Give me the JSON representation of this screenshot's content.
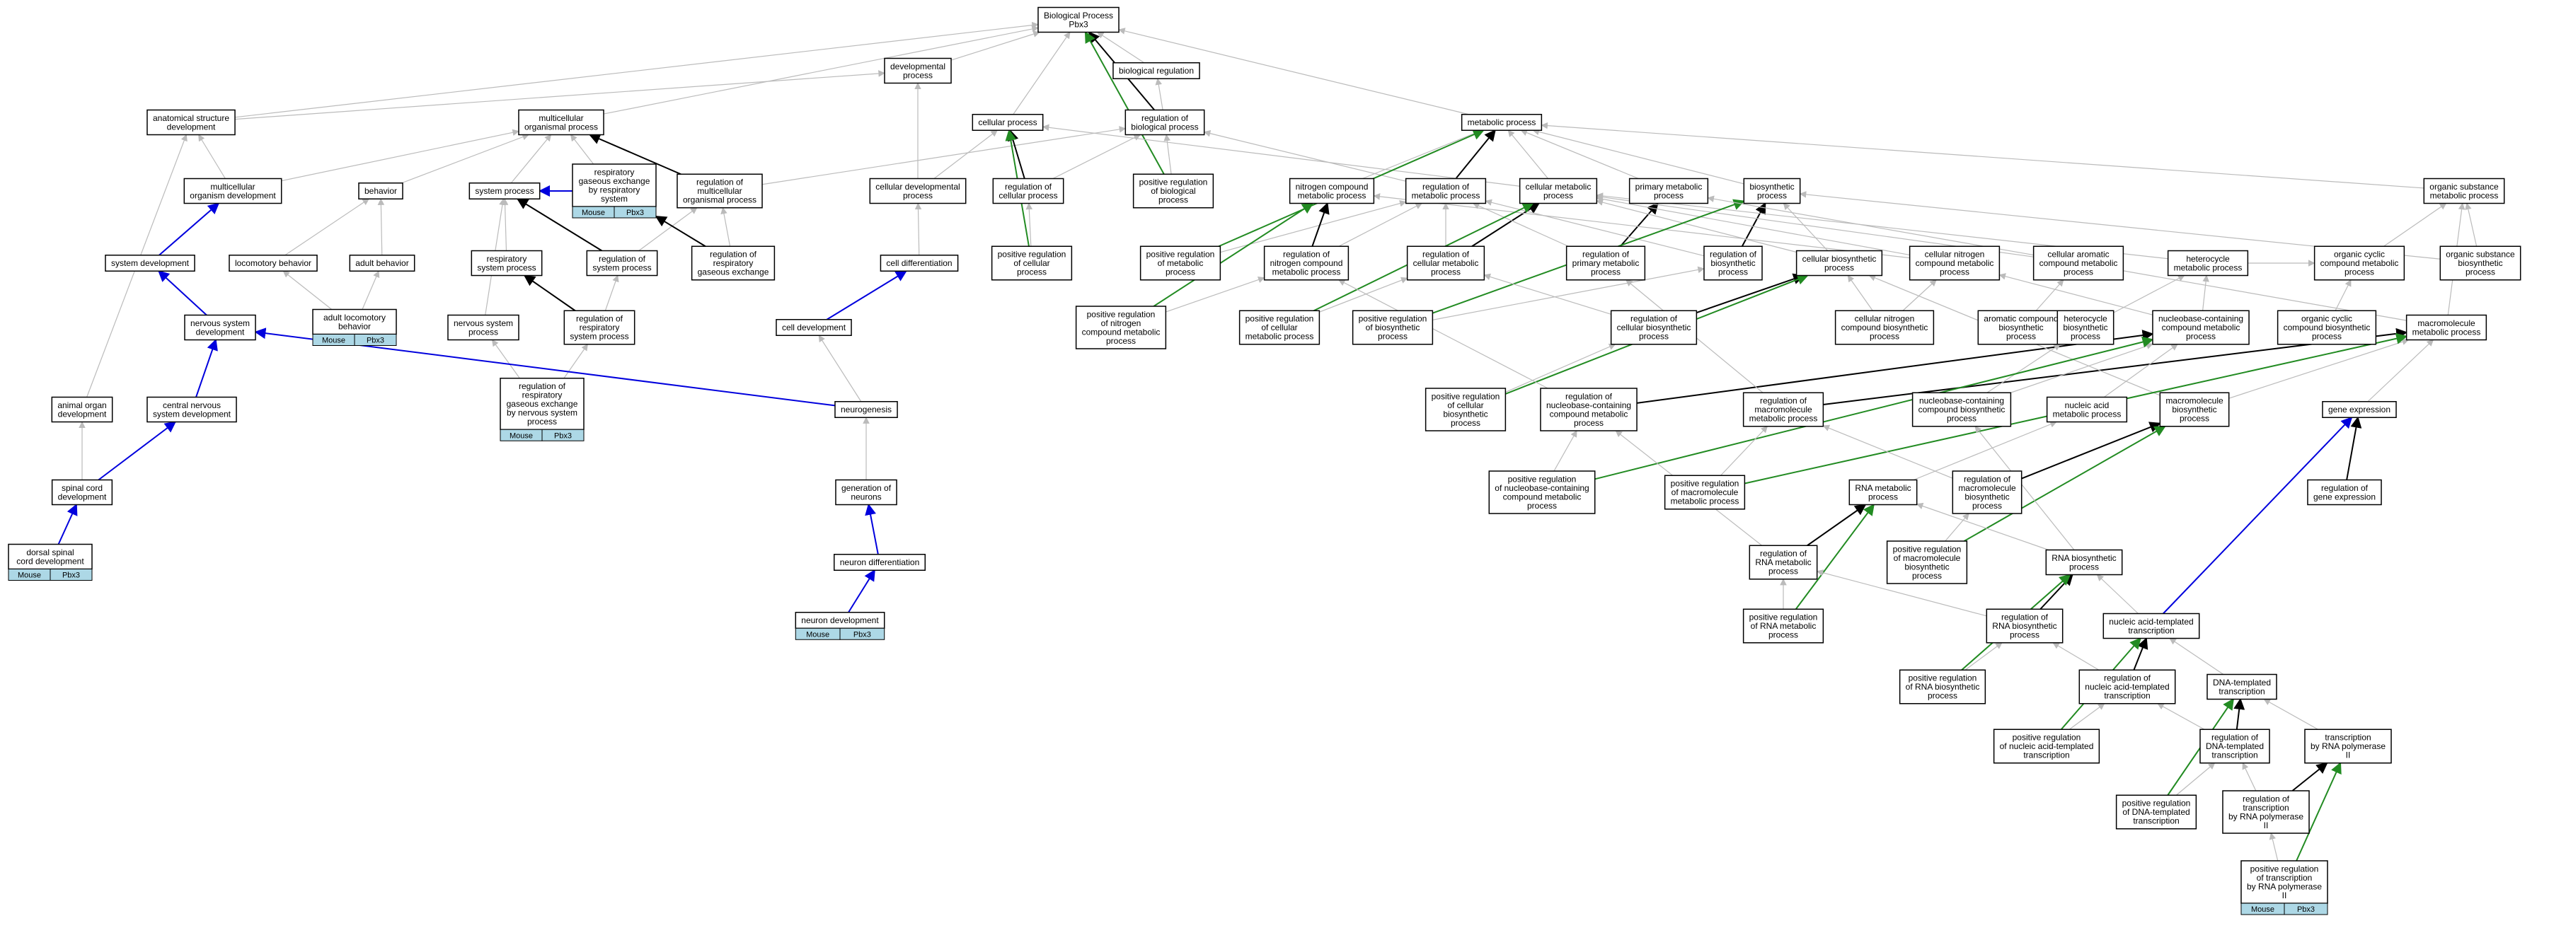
{
  "colors": {
    "gray": "#bbbbbb",
    "black": "#000000",
    "green": "#228b22",
    "blue": "#0000dd",
    "tag_fill": "#add8e6"
  },
  "tag": {
    "left": "Mouse",
    "right": "Pbx3"
  },
  "nodes": [
    {
      "id": "bp",
      "lines": [
        "Biological Process",
        "Pbx3"
      ]
    },
    {
      "id": "devp",
      "lines": [
        "developmental",
        "process"
      ]
    },
    {
      "id": "breg",
      "lines": [
        "biological regulation"
      ]
    },
    {
      "id": "asd",
      "lines": [
        "anatomical structure",
        "development"
      ]
    },
    {
      "id": "mop",
      "lines": [
        "multicellular",
        "organismal process"
      ]
    },
    {
      "id": "cellp",
      "lines": [
        "cellular process"
      ]
    },
    {
      "id": "regbp",
      "lines": [
        "regulation of",
        "biological process"
      ]
    },
    {
      "id": "metp",
      "lines": [
        "metabolic process"
      ]
    },
    {
      "id": "mod",
      "lines": [
        "multicellular",
        "organism development"
      ]
    },
    {
      "id": "behav",
      "lines": [
        "behavior"
      ]
    },
    {
      "id": "sysp",
      "lines": [
        "system process"
      ]
    },
    {
      "id": "rgesrs",
      "lines": [
        "respiratory",
        "gaseous exchange",
        "by respiratory",
        "system"
      ],
      "tag": true
    },
    {
      "id": "regmop",
      "lines": [
        "regulation of",
        "multicellular",
        "organismal process"
      ]
    },
    {
      "id": "cdp",
      "lines": [
        "cellular developmental",
        "process"
      ]
    },
    {
      "id": "regcp",
      "lines": [
        "regulation of",
        "cellular process"
      ]
    },
    {
      "id": "posregbp",
      "lines": [
        "positive regulation",
        "of biological",
        "process"
      ]
    },
    {
      "id": "ncmp",
      "lines": [
        "nitrogen compound",
        "metabolic process"
      ]
    },
    {
      "id": "regmp",
      "lines": [
        "regulation of",
        "metabolic process"
      ]
    },
    {
      "id": "cmp",
      "lines": [
        "cellular metabolic",
        "process"
      ]
    },
    {
      "id": "pmp",
      "lines": [
        "primary metabolic",
        "process"
      ]
    },
    {
      "id": "biosp",
      "lines": [
        "biosynthetic",
        "process"
      ]
    },
    {
      "id": "osmp",
      "lines": [
        "organic substance",
        "metabolic process"
      ]
    },
    {
      "id": "sysdev",
      "lines": [
        "system development"
      ]
    },
    {
      "id": "locob",
      "lines": [
        "locomotory behavior"
      ]
    },
    {
      "id": "adultb",
      "lines": [
        "adult behavior"
      ]
    },
    {
      "id": "resp",
      "lines": [
        "respiratory",
        "system process"
      ]
    },
    {
      "id": "regsysp",
      "lines": [
        "regulation of",
        "system process"
      ]
    },
    {
      "id": "regrge",
      "lines": [
        "regulation of",
        "respiratory",
        "gaseous exchange"
      ]
    },
    {
      "id": "celldiff",
      "lines": [
        "cell differentiation"
      ]
    },
    {
      "id": "posregcp",
      "lines": [
        "positive regulation",
        "of cellular",
        "process"
      ]
    },
    {
      "id": "posregmp",
      "lines": [
        "positive regulation",
        "of metabolic",
        "process"
      ]
    },
    {
      "id": "regncmp",
      "lines": [
        "regulation of",
        "nitrogen compound",
        "metabolic process"
      ]
    },
    {
      "id": "regcmp",
      "lines": [
        "regulation of",
        "cellular metabolic",
        "process"
      ]
    },
    {
      "id": "regpmp",
      "lines": [
        "regulation of",
        "primary metabolic",
        "process"
      ]
    },
    {
      "id": "regbiosp",
      "lines": [
        "regulation of",
        "biosynthetic",
        "process"
      ]
    },
    {
      "id": "cbiosp",
      "lines": [
        "cellular biosynthetic",
        "process"
      ]
    },
    {
      "id": "cncmp",
      "lines": [
        "cellular nitrogen",
        "compound metabolic",
        "process"
      ]
    },
    {
      "id": "cacmp",
      "lines": [
        "cellular aromatic",
        "compound metabolic",
        "process"
      ]
    },
    {
      "id": "hetmp",
      "lines": [
        "heterocycle",
        "metabolic process"
      ]
    },
    {
      "id": "ocmp",
      "lines": [
        "organic cyclic",
        "compound metabolic",
        "process"
      ]
    },
    {
      "id": "osbp",
      "lines": [
        "organic substance",
        "biosynthetic",
        "process"
      ]
    },
    {
      "id": "nss",
      "lines": [
        "nervous system",
        "development"
      ]
    },
    {
      "id": "alb",
      "lines": [
        "adult locomotory",
        "behavior"
      ],
      "tag": true
    },
    {
      "id": "nsp",
      "lines": [
        "nervous system",
        "process"
      ]
    },
    {
      "id": "regrsp",
      "lines": [
        "regulation of",
        "respiratory",
        "system process"
      ]
    },
    {
      "id": "celldev",
      "lines": [
        "cell development"
      ]
    },
    {
      "id": "posregncmp",
      "lines": [
        "positive regulation",
        "of nitrogen",
        "compound metabolic",
        "process"
      ]
    },
    {
      "id": "posregcmp",
      "lines": [
        "positive regulation",
        "of cellular",
        "metabolic process"
      ]
    },
    {
      "id": "posregbiosp",
      "lines": [
        "positive regulation",
        "of biosynthetic",
        "process"
      ]
    },
    {
      "id": "regcbp",
      "lines": [
        "regulation of",
        "cellular biosynthetic",
        "process"
      ]
    },
    {
      "id": "cncbp",
      "lines": [
        "cellular nitrogen",
        "compound biosynthetic",
        "process"
      ]
    },
    {
      "id": "acbp",
      "lines": [
        "aromatic compound",
        "biosynthetic",
        "process"
      ]
    },
    {
      "id": "hetbp",
      "lines": [
        "heterocycle",
        "biosynthetic",
        "process"
      ]
    },
    {
      "id": "nbcmp",
      "lines": [
        "nucleobase-containing",
        "compound metabolic",
        "process"
      ]
    },
    {
      "id": "ocbp",
      "lines": [
        "organic cyclic",
        "compound biosynthetic",
        "process"
      ]
    },
    {
      "id": "macmp",
      "lines": [
        "macromolecule",
        "metabolic process"
      ]
    },
    {
      "id": "aod",
      "lines": [
        "animal organ",
        "development"
      ]
    },
    {
      "id": "cnsd",
      "lines": [
        "central nervous",
        "system development"
      ]
    },
    {
      "id": "rgebns",
      "lines": [
        "regulation of",
        "respiratory",
        "gaseous exchange",
        "by nervous system",
        "process"
      ],
      "tag": true
    },
    {
      "id": "neurog",
      "lines": [
        "neurogenesis"
      ]
    },
    {
      "id": "posregcbp",
      "lines": [
        "positive regulation",
        "of cellular",
        "biosynthetic",
        "process"
      ]
    },
    {
      "id": "regnbcmp",
      "lines": [
        "regulation of",
        "nucleobase-containing",
        "compound metabolic",
        "process"
      ]
    },
    {
      "id": "regmacmp",
      "lines": [
        "regulation of",
        "macromolecule",
        "metabolic process"
      ]
    },
    {
      "id": "nbcbp",
      "lines": [
        "nucleobase-containing",
        "compound biosynthetic",
        "process"
      ]
    },
    {
      "id": "nametp",
      "lines": [
        "nucleic acid",
        "metabolic process"
      ]
    },
    {
      "id": "macbp",
      "lines": [
        "macromolecule",
        "biosynthetic",
        "process"
      ]
    },
    {
      "id": "geneexp",
      "lines": [
        "gene expression"
      ]
    },
    {
      "id": "scd",
      "lines": [
        "spinal cord",
        "development"
      ]
    },
    {
      "id": "genneur",
      "lines": [
        "generation of",
        "neurons"
      ]
    },
    {
      "id": "posregnbcmp",
      "lines": [
        "positive regulation",
        "of nucleobase-containing",
        "compound metabolic",
        "process"
      ]
    },
    {
      "id": "posregmacmp",
      "lines": [
        "positive regulation",
        "of macromolecule",
        "metabolic process"
      ]
    },
    {
      "id": "rnamp",
      "lines": [
        "RNA metabolic",
        "process"
      ]
    },
    {
      "id": "regmacbp",
      "lines": [
        "regulation of",
        "macromolecule",
        "biosynthetic",
        "process"
      ]
    },
    {
      "id": "reggeneexp",
      "lines": [
        "regulation of",
        "gene expression"
      ]
    },
    {
      "id": "dscd",
      "lines": [
        "dorsal spinal",
        "cord development"
      ],
      "tag": true
    },
    {
      "id": "neurdiff",
      "lines": [
        "neuron differentiation"
      ]
    },
    {
      "id": "regrnamp",
      "lines": [
        "regulation of",
        "RNA metabolic",
        "process"
      ]
    },
    {
      "id": "posregmacbp",
      "lines": [
        "positive regulation",
        "of macromolecule",
        "biosynthetic",
        "process"
      ]
    },
    {
      "id": "rnabp",
      "lines": [
        "RNA biosynthetic",
        "process"
      ]
    },
    {
      "id": "neurdev",
      "lines": [
        "neuron development"
      ],
      "tag": true
    },
    {
      "id": "posregrnamp",
      "lines": [
        "positive regulation",
        "of RNA metabolic",
        "process"
      ]
    },
    {
      "id": "regrnabp",
      "lines": [
        "regulation of",
        "RNA biosynthetic",
        "process"
      ]
    },
    {
      "id": "natt",
      "lines": [
        "nucleic acid-templated",
        "transcription"
      ]
    },
    {
      "id": "posregrnabp",
      "lines": [
        "positive regulation",
        "of RNA biosynthetic",
        "process"
      ]
    },
    {
      "id": "regnatt",
      "lines": [
        "regulation of",
        "nucleic acid-templated",
        "transcription"
      ]
    },
    {
      "id": "dtt",
      "lines": [
        "DNA-templated",
        "transcription"
      ]
    },
    {
      "id": "posregnatt",
      "lines": [
        "positive regulation",
        "of nucleic acid-templated",
        "transcription"
      ]
    },
    {
      "id": "regdtt",
      "lines": [
        "regulation of",
        "DNA-templated",
        "transcription"
      ]
    },
    {
      "id": "trnap2",
      "lines": [
        "transcription",
        "by RNA polymerase",
        "II"
      ]
    },
    {
      "id": "posregdtt",
      "lines": [
        "positive regulation",
        "of DNA-templated",
        "transcription"
      ]
    },
    {
      "id": "regtrnap2",
      "lines": [
        "regulation of",
        "transcription",
        "by RNA polymerase",
        "II"
      ]
    },
    {
      "id": "posregtrnap2",
      "lines": [
        "positive regulation",
        "of transcription",
        "by RNA polymerase",
        "II"
      ],
      "tag": true
    }
  ],
  "edges": [
    [
      "devp",
      "bp",
      "gray"
    ],
    [
      "breg",
      "bp",
      "gray"
    ],
    [
      "asd",
      "bp",
      "gray"
    ],
    [
      "mop",
      "bp",
      "gray"
    ],
    [
      "cellp",
      "bp",
      "gray"
    ],
    [
      "metp",
      "bp",
      "gray"
    ],
    [
      "regbp",
      "bp",
      "black"
    ],
    [
      "posregbp",
      "bp",
      "green"
    ],
    [
      "regbp",
      "breg",
      "gray"
    ],
    [
      "asd",
      "devp",
      "gray"
    ],
    [
      "mod",
      "mop",
      "gray"
    ],
    [
      "mod",
      "asd",
      "gray"
    ],
    [
      "behav",
      "mop",
      "gray"
    ],
    [
      "sysp",
      "mop",
      "gray"
    ],
    [
      "rgesrs",
      "mop",
      "gray"
    ],
    [
      "regmop",
      "mop",
      "black"
    ],
    [
      "regmop",
      "regbp",
      "gray"
    ],
    [
      "cdp",
      "devp",
      "gray"
    ],
    [
      "cdp",
      "cellp",
      "gray"
    ],
    [
      "regcp",
      "cellp",
      "black"
    ],
    [
      "regcp",
      "regbp",
      "gray"
    ],
    [
      "posregbp",
      "regbp",
      "gray"
    ],
    [
      "ncmp",
      "metp",
      "gray"
    ],
    [
      "regmp",
      "metp",
      "black"
    ],
    [
      "regmp",
      "regbp",
      "gray"
    ],
    [
      "cmp",
      "metp",
      "gray"
    ],
    [
      "cmp",
      "cellp",
      "gray"
    ],
    [
      "pmp",
      "metp",
      "gray"
    ],
    [
      "biosp",
      "metp",
      "gray"
    ],
    [
      "osmp",
      "metp",
      "gray"
    ],
    [
      "sysdev",
      "mod",
      "blue"
    ],
    [
      "locob",
      "behav",
      "gray"
    ],
    [
      "adultb",
      "behav",
      "gray"
    ],
    [
      "rgesrs",
      "sysp",
      "blue"
    ],
    [
      "resp",
      "sysp",
      "gray"
    ],
    [
      "regsysp",
      "sysp",
      "black"
    ],
    [
      "regsysp",
      "regmop",
      "gray"
    ],
    [
      "regrge",
      "regmop",
      "gray"
    ],
    [
      "regrge",
      "rgesrs",
      "black"
    ],
    [
      "celldiff",
      "cdp",
      "gray"
    ],
    [
      "posregcp",
      "regcp",
      "gray"
    ],
    [
      "posregcp",
      "cellp",
      "green"
    ],
    [
      "posregmp",
      "regmp",
      "gray"
    ],
    [
      "posregmp",
      "metp",
      "green"
    ],
    [
      "regncmp",
      "ncmp",
      "black"
    ],
    [
      "regncmp",
      "regmp",
      "gray"
    ],
    [
      "regcmp",
      "cmp",
      "black"
    ],
    [
      "regcmp",
      "regmp",
      "gray"
    ],
    [
      "regpmp",
      "pmp",
      "black"
    ],
    [
      "regpmp",
      "regmp",
      "gray"
    ],
    [
      "regbiosp",
      "biosp",
      "black"
    ],
    [
      "regbiosp",
      "regmp",
      "gray"
    ],
    [
      "cbiosp",
      "biosp",
      "gray"
    ],
    [
      "cbiosp",
      "cmp",
      "gray"
    ],
    [
      "cncmp",
      "cmp",
      "gray"
    ],
    [
      "cncmp",
      "ncmp",
      "gray"
    ],
    [
      "cacmp",
      "cmp",
      "gray"
    ],
    [
      "hetmp",
      "cmp",
      "gray"
    ],
    [
      "hetmp",
      "ocmp",
      "gray"
    ],
    [
      "ocmp",
      "osmp",
      "gray"
    ],
    [
      "osbp",
      "osmp",
      "gray"
    ],
    [
      "osbp",
      "biosp",
      "gray"
    ],
    [
      "nss",
      "sysdev",
      "blue"
    ],
    [
      "alb",
      "locob",
      "gray"
    ],
    [
      "alb",
      "adultb",
      "gray"
    ],
    [
      "nsp",
      "sysp",
      "gray"
    ],
    [
      "regrsp",
      "resp",
      "black"
    ],
    [
      "regrsp",
      "regsysp",
      "gray"
    ],
    [
      "celldev",
      "celldiff",
      "blue"
    ],
    [
      "posregncmp",
      "regncmp",
      "gray"
    ],
    [
      "posregncmp",
      "ncmp",
      "green"
    ],
    [
      "posregcmp",
      "regcmp",
      "gray"
    ],
    [
      "posregcmp",
      "cmp",
      "green"
    ],
    [
      "posregbiosp",
      "regbiosp",
      "gray"
    ],
    [
      "posregbiosp",
      "biosp",
      "green"
    ],
    [
      "regcbp",
      "cbiosp",
      "black"
    ],
    [
      "regcbp",
      "regcmp",
      "gray"
    ],
    [
      "cncbp",
      "cncmp",
      "gray"
    ],
    [
      "cncbp",
      "cbiosp",
      "gray"
    ],
    [
      "acbp",
      "cacmp",
      "gray"
    ],
    [
      "hetbp",
      "hetmp",
      "gray"
    ],
    [
      "nbcmp",
      "cncmp",
      "gray"
    ],
    [
      "nbcmp",
      "hetmp",
      "gray"
    ],
    [
      "ocbp",
      "ocmp",
      "gray"
    ],
    [
      "macmp",
      "osmp",
      "gray"
    ],
    [
      "macmp",
      "pmp",
      "gray"
    ],
    [
      "aod",
      "asd",
      "gray"
    ],
    [
      "cnsd",
      "nss",
      "blue"
    ],
    [
      "rgebns",
      "nsp",
      "gray"
    ],
    [
      "rgebns",
      "regrsp",
      "gray"
    ],
    [
      "neurog",
      "nss",
      "blue"
    ],
    [
      "neurog",
      "celldev",
      "gray"
    ],
    [
      "posregcbp",
      "regcbp",
      "gray"
    ],
    [
      "posregcbp",
      "cbiosp",
      "green"
    ],
    [
      "regnbcmp",
      "nbcmp",
      "black"
    ],
    [
      "regnbcmp",
      "regncmp",
      "gray"
    ],
    [
      "regmacmp",
      "macmp",
      "black"
    ],
    [
      "regmacmp",
      "regpmp",
      "gray"
    ],
    [
      "nbcbp",
      "nbcmp",
      "gray"
    ],
    [
      "nbcbp",
      "hetbp",
      "gray"
    ],
    [
      "nametp",
      "nbcmp",
      "gray"
    ],
    [
      "macbp",
      "macmp",
      "gray"
    ],
    [
      "macbp",
      "cbiosp",
      "gray"
    ],
    [
      "geneexp",
      "macmp",
      "gray"
    ],
    [
      "scd",
      "cnsd",
      "blue"
    ],
    [
      "scd",
      "aod",
      "gray"
    ],
    [
      "genneur",
      "neurog",
      "gray"
    ],
    [
      "posregnbcmp",
      "regnbcmp",
      "gray"
    ],
    [
      "posregnbcmp",
      "nbcmp",
      "green"
    ],
    [
      "posregmacmp",
      "regmacmp",
      "gray"
    ],
    [
      "posregmacmp",
      "macmp",
      "green"
    ],
    [
      "rnamp",
      "nametp",
      "gray"
    ],
    [
      "regmacbp",
      "macbp",
      "black"
    ],
    [
      "regmacbp",
      "regmacmp",
      "gray"
    ],
    [
      "reggeneexp",
      "geneexp",
      "black"
    ],
    [
      "dscd",
      "scd",
      "blue"
    ],
    [
      "neurdiff",
      "genneur",
      "blue"
    ],
    [
      "regrnamp",
      "rnamp",
      "black"
    ],
    [
      "regrnamp",
      "regnbcmp",
      "gray"
    ],
    [
      "posregmacbp",
      "regmacbp",
      "gray"
    ],
    [
      "posregmacbp",
      "macbp",
      "green"
    ],
    [
      "rnabp",
      "rnamp",
      "gray"
    ],
    [
      "rnabp",
      "nbcbp",
      "gray"
    ],
    [
      "neurdev",
      "neurdiff",
      "blue"
    ],
    [
      "posregrnamp",
      "regrnamp",
      "gray"
    ],
    [
      "posregrnamp",
      "rnamp",
      "green"
    ],
    [
      "regrnabp",
      "rnabp",
      "black"
    ],
    [
      "regrnabp",
      "regrnamp",
      "gray"
    ],
    [
      "natt",
      "rnabp",
      "gray"
    ],
    [
      "natt",
      "geneexp",
      "blue"
    ],
    [
      "posregrnabp",
      "regrnabp",
      "gray"
    ],
    [
      "posregrnabp",
      "rnabp",
      "green"
    ],
    [
      "regnatt",
      "natt",
      "black"
    ],
    [
      "regnatt",
      "regrnabp",
      "gray"
    ],
    [
      "dtt",
      "natt",
      "gray"
    ],
    [
      "posregnatt",
      "regnatt",
      "gray"
    ],
    [
      "posregnatt",
      "natt",
      "green"
    ],
    [
      "regdtt",
      "dtt",
      "black"
    ],
    [
      "regdtt",
      "regnatt",
      "gray"
    ],
    [
      "trnap2",
      "dtt",
      "gray"
    ],
    [
      "posregdtt",
      "regdtt",
      "gray"
    ],
    [
      "posregdtt",
      "dtt",
      "green"
    ],
    [
      "regtrnap2",
      "trnap2",
      "black"
    ],
    [
      "regtrnap2",
      "regdtt",
      "gray"
    ],
    [
      "posregtrnap2",
      "regtrnap2",
      "gray"
    ],
    [
      "posregtrnap2",
      "trnap2",
      "green"
    ]
  ]
}
